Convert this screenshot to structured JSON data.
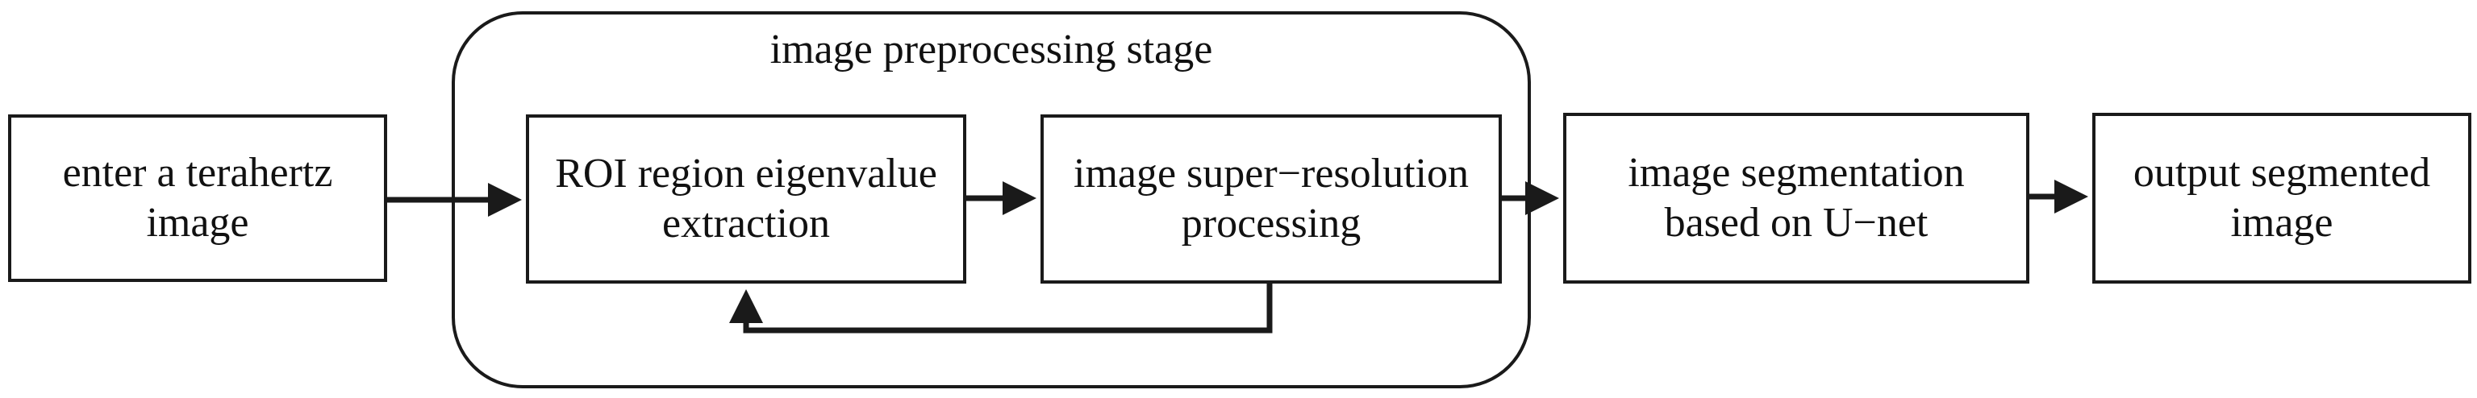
{
  "diagram": {
    "stage_group": {
      "title": "image preprocessing stage"
    },
    "nodes": {
      "input": {
        "label": "enter a terahertz\nimage"
      },
      "roi": {
        "label": "ROI region eigenvalue\nextraction"
      },
      "super_resolution": {
        "label": "image super−resolution\nprocessing"
      },
      "segmentation": {
        "label": "image segmentation\nbased on U−net"
      },
      "output": {
        "label": "output segmented\nimage"
      }
    },
    "edges": [
      {
        "from": "input",
        "to": "roi"
      },
      {
        "from": "roi",
        "to": "super_resolution"
      },
      {
        "from": "super_resolution",
        "to": "roi",
        "type": "feedback-loop"
      },
      {
        "from": "super_resolution",
        "to": "segmentation"
      },
      {
        "from": "segmentation",
        "to": "output"
      }
    ]
  }
}
